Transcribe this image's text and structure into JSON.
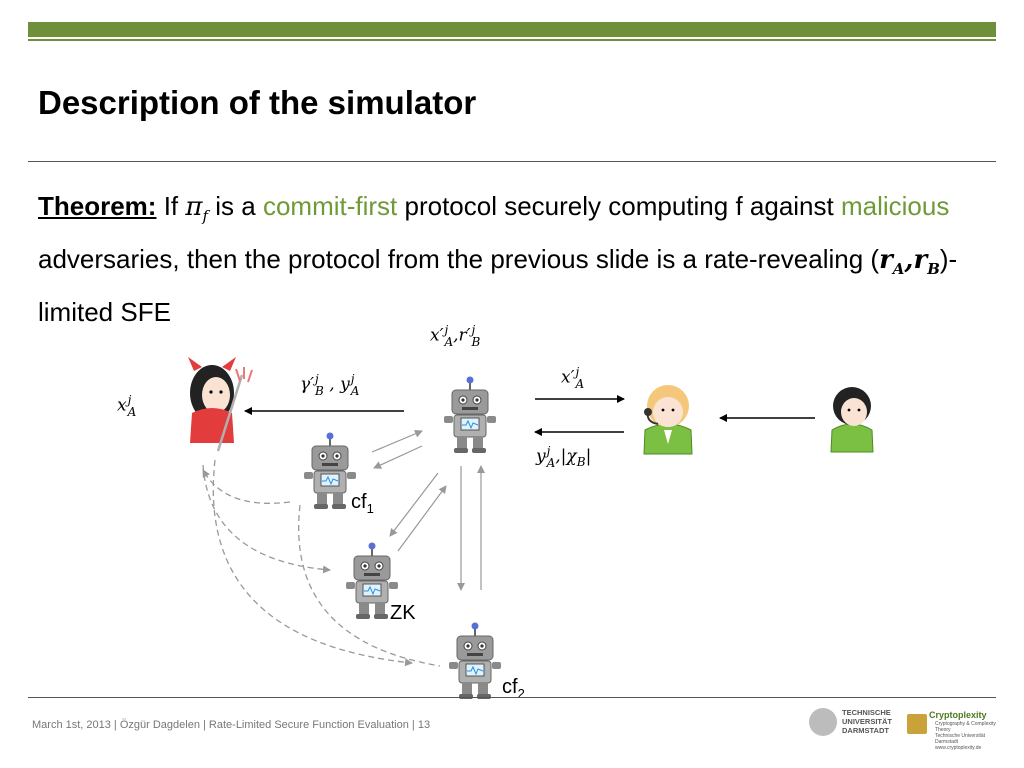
{
  "slide": {
    "title": "Description of the simulator",
    "footer": "March 1st, 2013 | Özgür Dagdelen | Rate-Limited Secure Function Evaluation | 13"
  },
  "theorem": {
    "label": "Theorem:",
    "t1": " If ",
    "pi": "π",
    "pi_sub": "f",
    "t2": " is a ",
    "commit_first": "commit-first",
    "t3": " protocol securely computing f against ",
    "malicious": "malicious",
    "t4": " adversaries, then the protocol from the previous slide is a rate-revealing (",
    "rA": "r",
    "rA_sub": "A",
    "comma": ",",
    "rB": "r",
    "rB_sub": "B",
    "t5": ")-limited SFE"
  },
  "diagram": {
    "label_xA": {
      "base": "x",
      "sup": "j",
      "sub": "A"
    },
    "label_gamma": {
      "g": "γ′",
      "gsup": "j",
      "gsub": "B",
      "sep": " , ",
      "y": "y",
      "ysup": "j",
      "ysub": "A"
    },
    "label_top": {
      "x": "x′",
      "xsup": "j",
      "xsub": "A",
      "sep": ",",
      "r": "r′",
      "rsup": "j",
      "rsub": "B"
    },
    "label_right_top": {
      "x": "x′",
      "sup": "j",
      "sub": "A"
    },
    "label_right_bottom": {
      "y": "y",
      "ysup": "j",
      "ysub": "A",
      "rest": ",|",
      "chi": "χ",
      "chisub": "B",
      "end": "|"
    },
    "cf1": {
      "base": "cf",
      "sub": "1"
    },
    "zk": "ZK",
    "cf2": {
      "base": "cf",
      "sub": "2"
    }
  },
  "colors": {
    "accent_green": "#6f8f3a",
    "highlight_green": "#6f9a38",
    "devil_red": "#e23c3c",
    "user_green": "#7bc043"
  },
  "logos": {
    "tu_text": [
      "TECHNISCHE",
      "UNIVERSITÄT",
      "DARMSTADT"
    ],
    "crypto_name": "Cryptoplexity",
    "crypto_small": [
      "Cryptography & Complexity Theory",
      "Technische Universität Darmstadt",
      "www.cryptoplexity.de"
    ]
  }
}
